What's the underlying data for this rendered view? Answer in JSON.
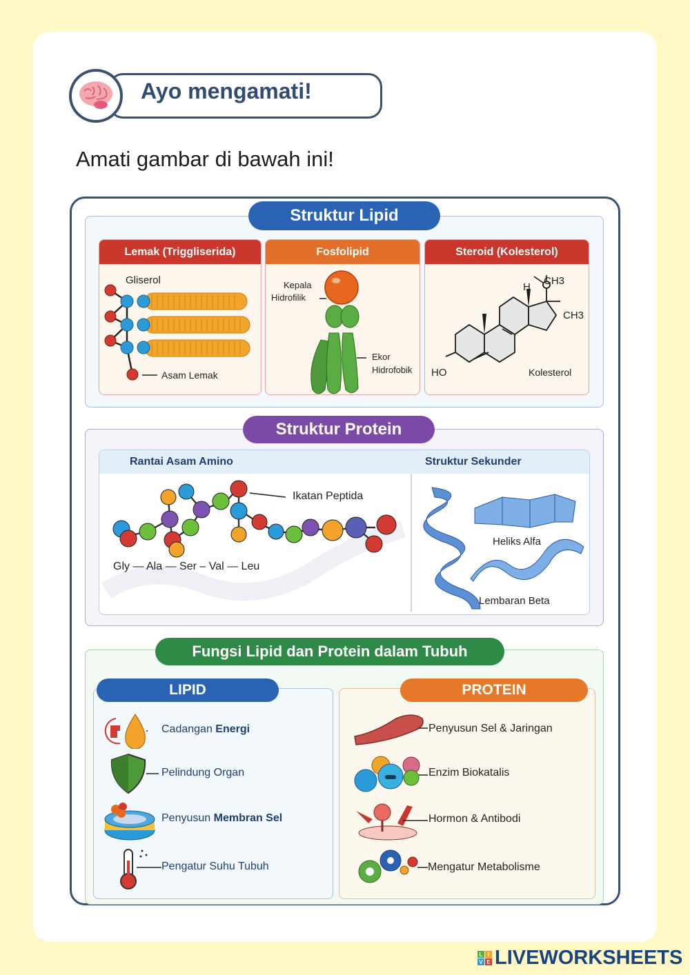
{
  "header": {
    "title": "Ayo mengamati!",
    "icon": "brain-icon",
    "instruction": "Amati gambar di bawah ini!"
  },
  "lipid_structure": {
    "title": "Struktur Lipid",
    "cards": [
      {
        "title": "Lemak (Triggliserida)",
        "color": "#c9372c",
        "labels": [
          "Gliserol",
          "Asam Lemak"
        ]
      },
      {
        "title": "Fosfolipid",
        "color": "#e2702a",
        "labels": [
          "Kepala",
          "Hidrofilik",
          "Ekor",
          "Hidrofobik"
        ]
      },
      {
        "title": "Steroid (Kolesterol)",
        "color": "#c9372c",
        "labels": [
          "H",
          "CH3",
          "CH3",
          "HO",
          "Kolesterol"
        ]
      }
    ]
  },
  "protein_structure": {
    "title": "Struktur Protein",
    "left_title": "Rantai Asam Amino",
    "right_title": "Struktur Sekunder",
    "peptide_label": "Ikatan Peptida",
    "sequence": "Gly — Ala — Ser – Val — Leu",
    "helix_label": "Heliks Alfa",
    "sheet_label": "Lembaran Beta"
  },
  "functions": {
    "title": "Fungsi Lipid dan Protein dalam Tubuh",
    "lipid": {
      "title": "LIPID",
      "items": [
        {
          "pre": "Cadangan ",
          "bold": "Energi",
          "icon": "oil-drop-icon"
        },
        {
          "pre": "Pelindung Organ",
          "bold": "",
          "icon": "shield-icon"
        },
        {
          "pre": "Penyusun ",
          "bold": "Membran Sel",
          "icon": "cell-membrane-icon"
        },
        {
          "pre": "Pengatur Suhu Tubuh",
          "bold": "",
          "icon": "thermometer-icon"
        }
      ]
    },
    "protein": {
      "title": "PROTEIN",
      "items": [
        {
          "label": "Penyusun Sel & Jaringan",
          "icon": "muscle-icon"
        },
        {
          "label": "Enzim Biokatalis",
          "icon": "enzyme-icon"
        },
        {
          "label": "Hormon & Antibodi",
          "icon": "antibody-icon"
        },
        {
          "label": "Mengatur Metabolisme",
          "icon": "gears-icon"
        }
      ]
    }
  },
  "brand": {
    "name": "LIVEWORKSHEETS",
    "logo_letters": [
      "L",
      "I",
      "V",
      "E"
    ]
  },
  "colors": {
    "background": "#fff8c4",
    "lipid_blue": "#2a63b3",
    "protein_purple": "#7b4aa6",
    "function_green": "#2e8a46",
    "protein_orange": "#e6782a",
    "header_navy": "#334b70"
  }
}
